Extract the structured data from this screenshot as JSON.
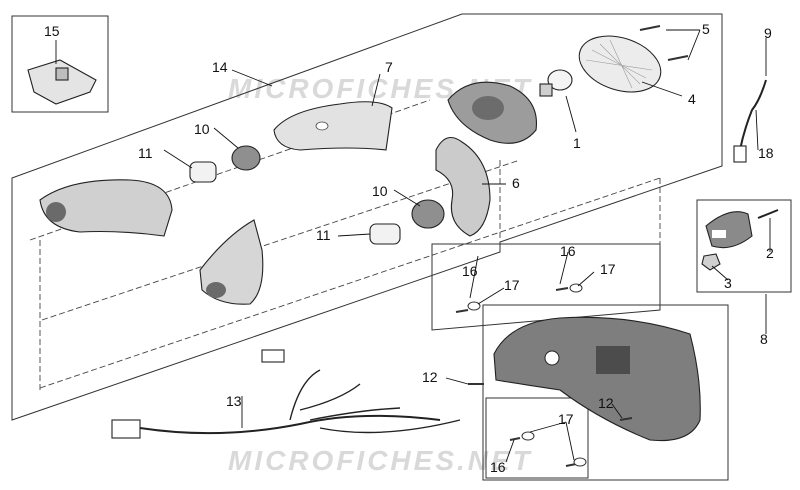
{
  "watermark": "MICROFICHES.NET",
  "colors": {
    "line": "#111111",
    "part_fill": "#d8d8d8",
    "part_dark": "#8a8a8a"
  },
  "callouts": {
    "c1": "1",
    "c2": "2",
    "c3": "3",
    "c4": "4",
    "c5": "5",
    "c6": "6",
    "c7": "7",
    "c8": "8",
    "c9": "9",
    "c10a": "10",
    "c10b": "10",
    "c11a": "11",
    "c11b": "11",
    "c12a": "12",
    "c12b": "12",
    "c13": "13",
    "c14": "14",
    "c15": "15",
    "c16a": "16",
    "c16b": "16",
    "c16c": "16",
    "c17a": "17",
    "c17b": "17",
    "c17c": "17",
    "c18": "18"
  }
}
